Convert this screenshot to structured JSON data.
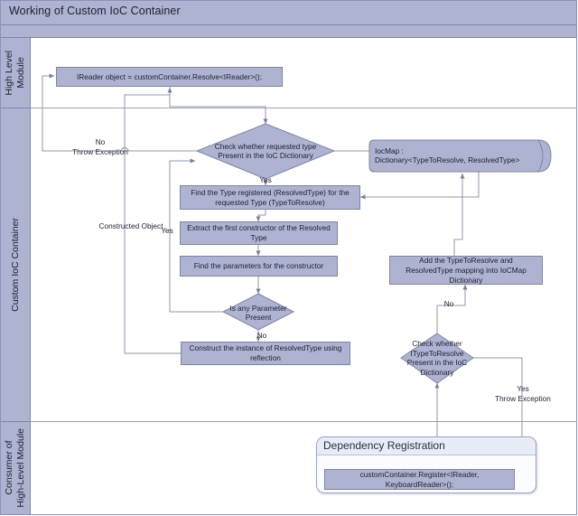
{
  "diagram": {
    "title": "Working of Custom IoC Container",
    "type": "flowchart",
    "lanes": [
      {
        "id": "high-level-module",
        "label": "High Level\nModule"
      },
      {
        "id": "custom-ioc-container",
        "label": "Custom IoC Container"
      },
      {
        "id": "consumer-of-high-level-module",
        "label": "Consumer of\nHigh-Level Module"
      }
    ],
    "colors": {
      "node_fill": "#aeb3d1",
      "node_stroke": "#7e84a6",
      "lane_header_fill": "#aeb3d1",
      "connector": "#8c93ae",
      "canvas": "#ffffff",
      "group_fill": "#fbfcfe"
    },
    "nodes": [
      {
        "id": "resolve-call",
        "shape": "process",
        "lane": "high-level-module",
        "text": "IReader object = customContainer.Resolve<IReader>();"
      },
      {
        "id": "check-requested-type",
        "shape": "decision",
        "lane": "custom-ioc-container",
        "text": "Check whether requested type\nPresent in the IoC Dictionary"
      },
      {
        "id": "ioc-map",
        "shape": "data",
        "lane": "custom-ioc-container",
        "text": "IocMap :\nDictionary<TypeToResolve, ResolvedType>"
      },
      {
        "id": "find-type-registered",
        "shape": "process",
        "lane": "custom-ioc-container",
        "text": "Find the Type registered (ResolvedType) for the requested Type (TypeToResolve)"
      },
      {
        "id": "extract-first-constructor",
        "shape": "process",
        "lane": "custom-ioc-container",
        "text": "Extract the first constructor of the Resolved Type"
      },
      {
        "id": "find-parameters",
        "shape": "process",
        "lane": "custom-ioc-container",
        "text": "Find the parameters for the constructor"
      },
      {
        "id": "is-any-parameter-present",
        "shape": "decision",
        "lane": "custom-ioc-container",
        "text": "Is any Parameter\nPresent"
      },
      {
        "id": "construct-instance",
        "shape": "process",
        "lane": "custom-ioc-container",
        "text": "Construct the instance of ResolvedType using reflection"
      },
      {
        "id": "add-mapping",
        "shape": "process",
        "lane": "custom-ioc-container",
        "text": "Add the TypeToResolve and ResolvedType mapping into IoCMap Dictionary"
      },
      {
        "id": "check-itypetoresolve",
        "shape": "decision",
        "lane": "custom-ioc-container",
        "text": "Check whether\nITypeToResolve\nPresent in the IoC\nDictionary"
      },
      {
        "id": "register-call",
        "shape": "process",
        "lane": "consumer-of-high-level-module",
        "text": "customContainer.Register<IReader, KeyboardReader>();"
      }
    ],
    "group": {
      "id": "dependency-registration",
      "title": "Dependency Registration"
    },
    "edge_labels": [
      {
        "id": "no-throw-exception-left",
        "text": "No\nThrow Exception"
      },
      {
        "id": "constructed-object",
        "text": "Constructed Object"
      },
      {
        "id": "yes-left",
        "text": "Yes"
      },
      {
        "id": "yes-check-requested",
        "text": "Yes"
      },
      {
        "id": "no-is-any-parameter",
        "text": "No"
      },
      {
        "id": "no-check-itypetoresolve",
        "text": "No"
      },
      {
        "id": "yes-throw-exception-right",
        "text": "Yes\nThrow Exception"
      }
    ]
  }
}
